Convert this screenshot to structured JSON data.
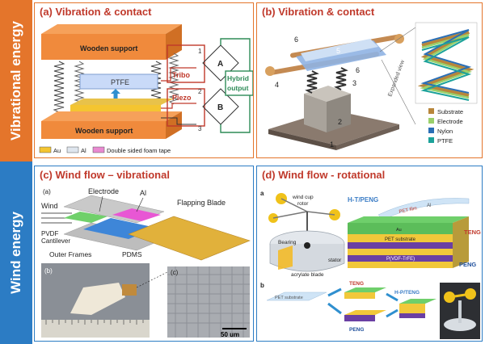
{
  "bands": {
    "top": "Vibrational energy",
    "bottom": "Wind energy"
  },
  "panel_a": {
    "title": "(a) Vibration & contact",
    "wooden_top": "Wooden support",
    "wooden_bottom": "Wooden support",
    "ptfe": "PTFE",
    "tribo": "Tribo",
    "piezo": "Piezo",
    "node1": "1",
    "node2": "2",
    "node3": "3",
    "diode_a": "A",
    "diode_b": "B",
    "hybrid1": "Hybrid",
    "hybrid2": "output",
    "leg_au": "Au",
    "leg_al": "Al",
    "leg_tape": "Double sided foam tape"
  },
  "panel_b": {
    "title": "(b) Vibration & contact",
    "n1": "1",
    "n2": "2",
    "n3": "3",
    "n4": "4",
    "n5": "5",
    "n6a": "6",
    "n6b": "6",
    "expanded": "Expanded view",
    "leg": [
      "Substrate",
      "Electrode",
      "Nylon",
      "PTFE"
    ]
  },
  "panel_c": {
    "title": "(c) Wind flow – vibrational",
    "sub_a": "(a)",
    "sub_b": "(b)",
    "sub_c": "(c)",
    "wind": "Wind",
    "electrode": "Electrode",
    "al": "Al",
    "flap": "Flapping Blade",
    "pvdf1": "PVDF",
    "pvdf2": "Cantilever",
    "frames": "Outer Frames",
    "pdms": "PDMS",
    "scale": "50 um"
  },
  "panel_d": {
    "title": "(d) Wind flow - rotational",
    "sub_a": "a",
    "sub_b": "b",
    "wind_cup": "wind cup",
    "rotor": "rotor",
    "bearing": "Bearing",
    "stator": "stator",
    "acrylate": "acrylate blade",
    "htpeng": "H-T/PENG",
    "pet_film": "PET film",
    "al": "Al",
    "teng": "TENG",
    "peng": "PENG",
    "pet_sub": "PET substrate",
    "au": "Au",
    "pvdf_tr": "P(VDF-TrFE)",
    "b_pet": "PET substrate",
    "b_teng": "TENG",
    "b_peng": "PENG",
    "b_hp": "H-P/TENG"
  }
}
